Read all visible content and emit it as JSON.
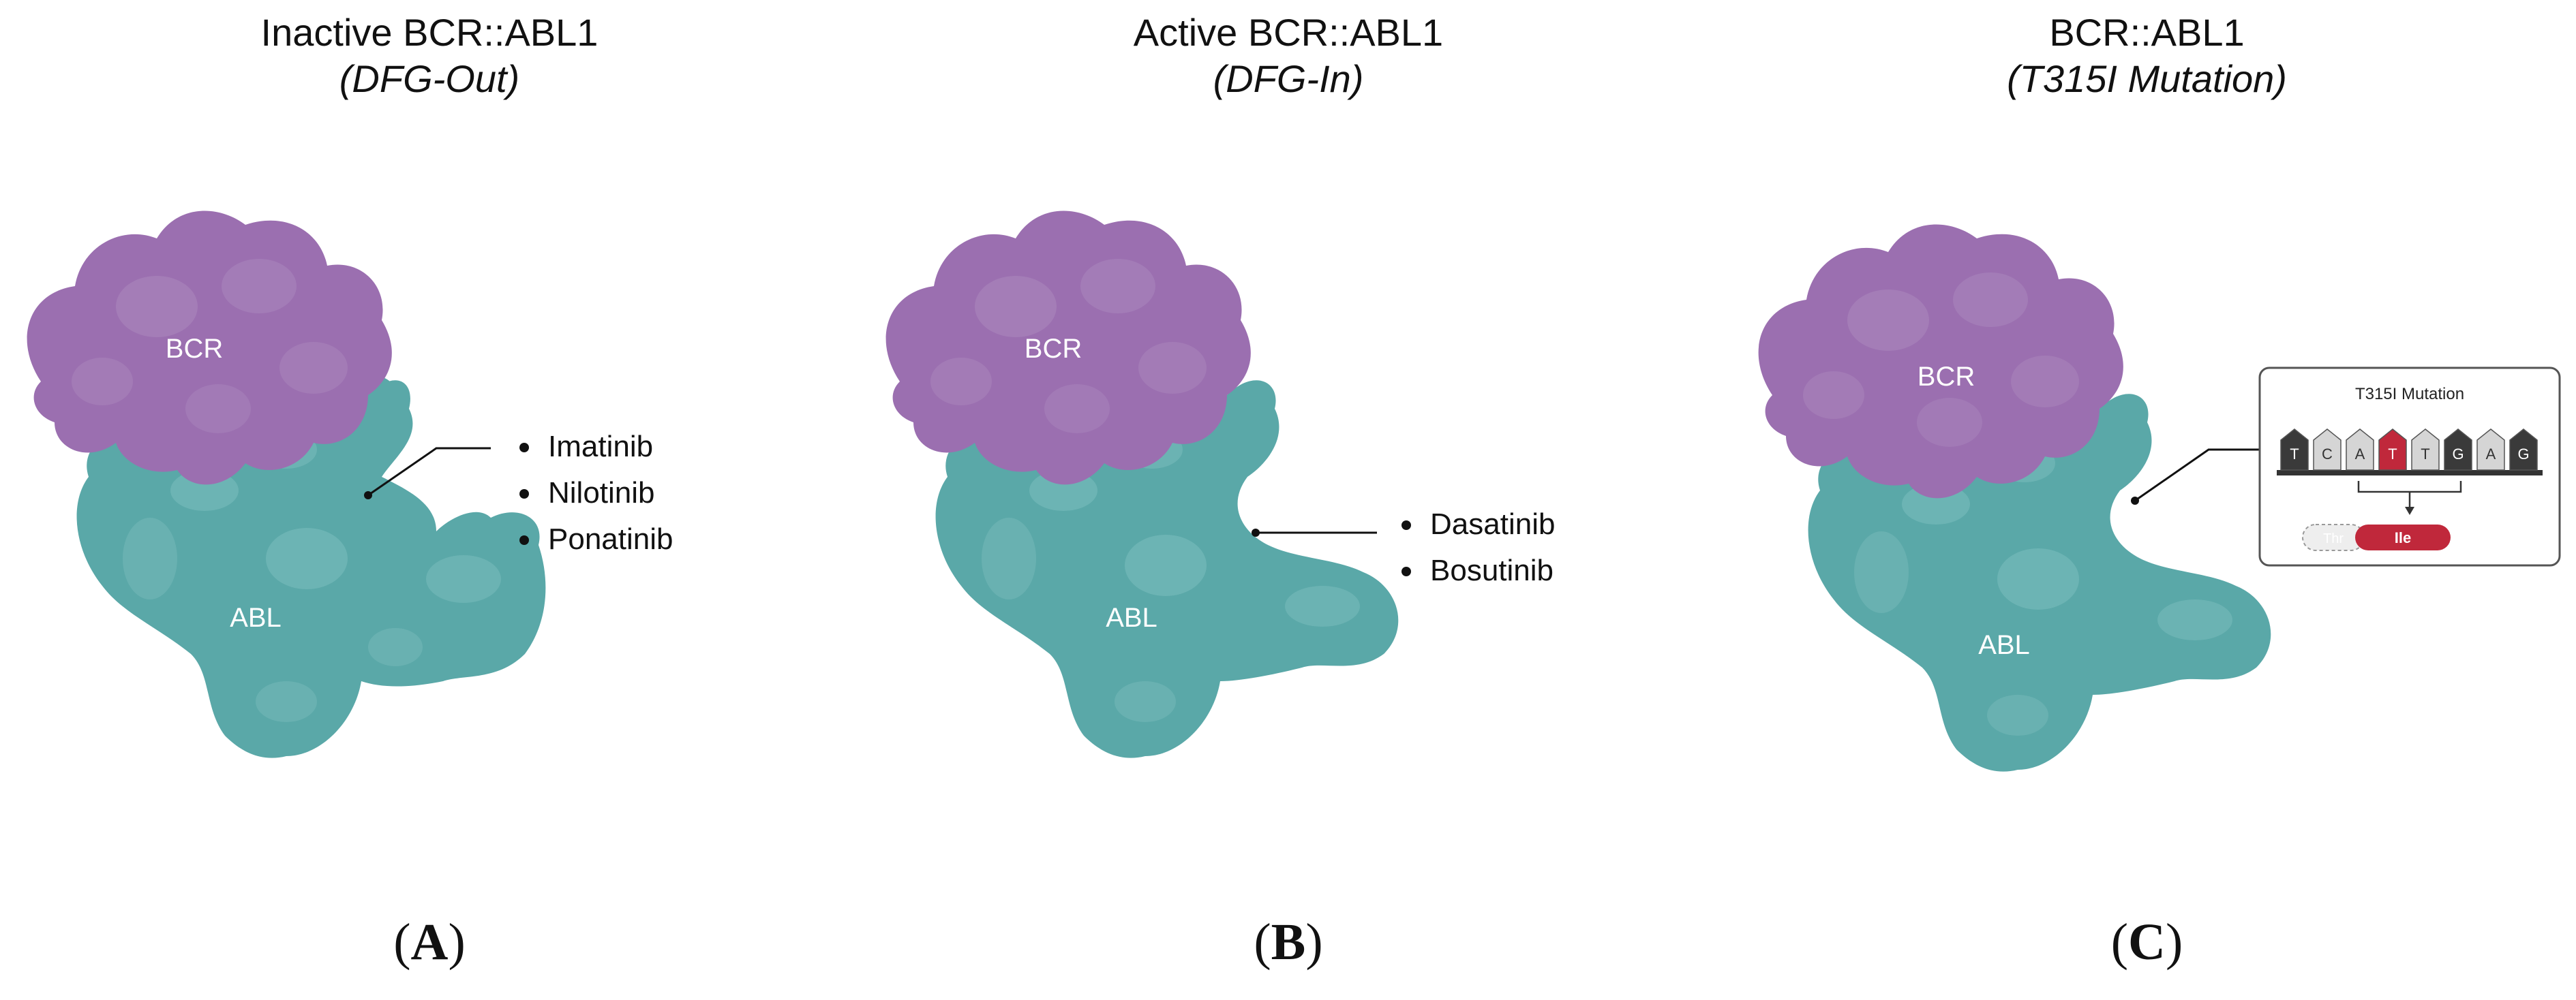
{
  "panels": [
    {
      "id": "A",
      "title": "Inactive BCR::ABL1",
      "subtitle": "(DFG-Out)",
      "letter": "A",
      "domain_labels": {
        "bcr": "BCR",
        "abl": "ABL"
      },
      "drugs": [
        "Imatinib",
        "Nilotinib",
        "Ponatinib"
      ]
    },
    {
      "id": "B",
      "title": "Active BCR::ABL1",
      "subtitle": "(DFG-In)",
      "letter": "B",
      "domain_labels": {
        "bcr": "BCR",
        "abl": "ABL"
      },
      "drugs": [
        "Dasatinib",
        "Bosutinib"
      ]
    },
    {
      "id": "C",
      "title": "BCR::ABL1",
      "subtitle": "(T315I Mutation)",
      "letter": "C",
      "domain_labels": {
        "bcr": "BCR",
        "abl": "ABL"
      },
      "inset": {
        "title": "T315I Mutation",
        "sequence": [
          "T",
          "C",
          "A",
          "T",
          "T",
          "G",
          "A",
          "G"
        ],
        "mutated_index": 3,
        "original_residue": "Thr",
        "mutant_residue": "Ile"
      }
    }
  ],
  "colors": {
    "bcr": "#9b6fb0",
    "bcr_light": "#a883bb",
    "abl": "#5aa8a8",
    "abl_light": "#7cbdbd",
    "mutation": "#c0283b",
    "dark_base": "#3a3a3a",
    "light_base": "#d5d5d5"
  },
  "icons": [
    "bcr-domain-icon",
    "abl-domain-icon",
    "dna-sequence-icon",
    "arrow-down-icon"
  ]
}
